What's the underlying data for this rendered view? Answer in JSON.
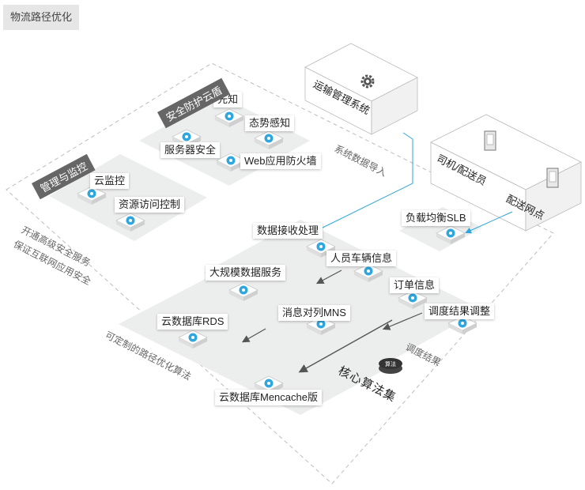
{
  "title": "物流路径优化",
  "groups": {
    "security_shield": "安全防护云盾",
    "management": "管理与监控",
    "core_algorithm": "核心算法集"
  },
  "systems": {
    "transport": "运输管理系统",
    "driver": "司机/配送员",
    "outlet": "配送网点"
  },
  "services": {
    "xianzhi": "先知",
    "situation": "态势感知",
    "server_security": "服务器安全",
    "waf": "Web应用防火墙",
    "cloud_monitor": "云监控",
    "access_control": "资源访问控制",
    "data_receive": "数据接收处理",
    "slb": "负载均衡SLB",
    "personnel": "人员车辆信息",
    "big_data": "大规模数据服务",
    "order": "订单信息",
    "mns": "消息对列MNS",
    "dispatch_adjust": "调度结果调整",
    "rds": "云数据库RDS",
    "memcache": "云数据库Mencache版",
    "algorithm_badge": "算法"
  },
  "annotations": {
    "security_note_1": "开通高级安全服务",
    "security_note_2": "保证互联网应用安全",
    "data_import": "系统数据导入",
    "custom_algo": "可定制的路径优化算法",
    "dispatch_result": "调度结果"
  },
  "colors": {
    "accent_blue": "#2ea7e0",
    "platform": "#eceded",
    "dark_label": "#666666",
    "dashed_border": "#bdbdbd"
  }
}
